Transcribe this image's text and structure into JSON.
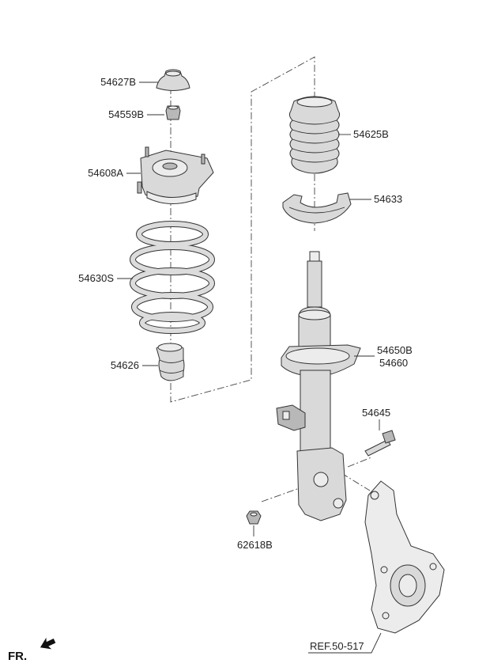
{
  "labels": {
    "p54627B": "54627B",
    "p54559B": "54559B",
    "p54608A": "54608A",
    "p54630S": "54630S",
    "p54626": "54626",
    "p54625B": "54625B",
    "p54633": "54633",
    "p54650B": "54650B",
    "p54660": "54660",
    "p54645": "54645",
    "p62618B": "62618B",
    "ref": "REF.50-517",
    "fr": "FR."
  },
  "colors": {
    "part_fill": "#d9d9d9",
    "line": "#333333"
  }
}
